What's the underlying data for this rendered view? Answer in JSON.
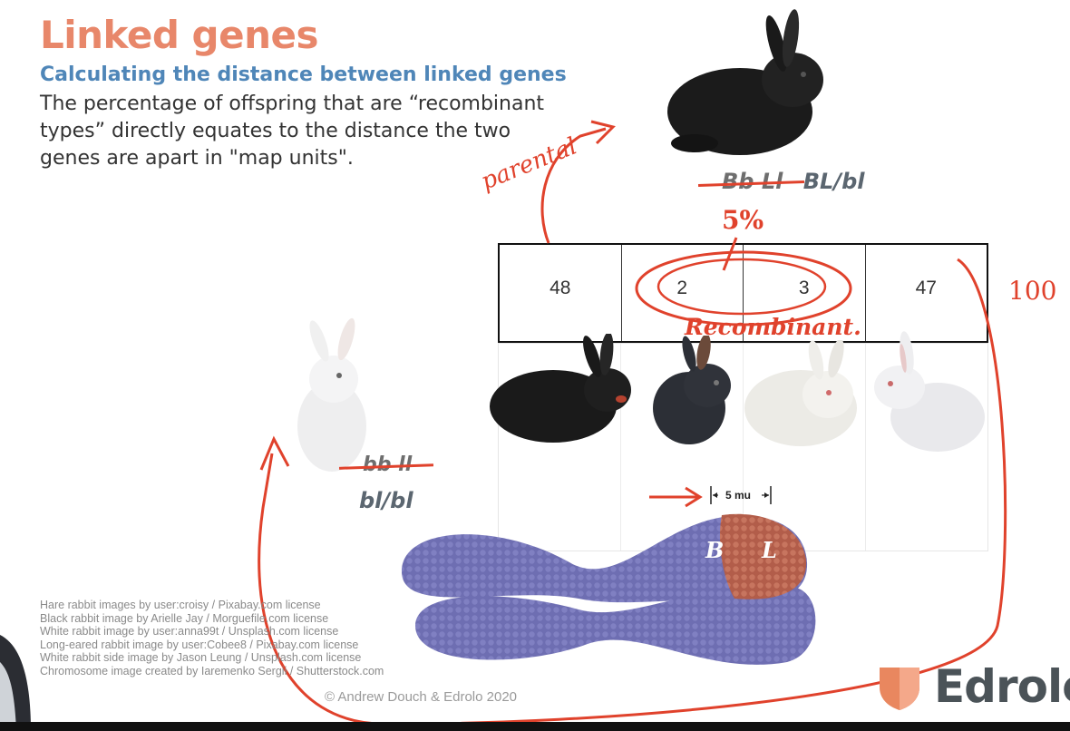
{
  "slide": {
    "title": "Linked genes",
    "subtitle": "Calculating the distance between linked genes",
    "body_lines": [
      "The percentage of offspring that are “recombinant",
      "types” directly equates to the distance the two",
      "genes are apart in \"map units\"."
    ]
  },
  "parent_top": {
    "genotype_crossed": "Bb Ll",
    "genotype": "BL/bl"
  },
  "parent_left": {
    "genotype_crossed": "bb ll",
    "genotype": "bl/bl"
  },
  "offspring_counts": [
    "48",
    "2",
    "3",
    "47"
  ],
  "annotations": {
    "parental": "parental",
    "percent": "5%",
    "recombinant": "Recombinant.",
    "total": "100"
  },
  "chromosome": {
    "distance_label": "5 mu",
    "gene_b": "B",
    "gene_l": "L"
  },
  "credits": [
    "Hare rabbit images by user:croisy / Pixabay.com license",
    "Black rabbit image by Arielle Jay / Morguefile.com license",
    "White rabbit image by user:anna99t / Unsplash.com license",
    "Long-eared rabbit image by user:Cobee8 / Pixabay.com license",
    "White rabbit side image by Jason Leung / Unsplash.com license",
    "Chromosome image created by Iaremenko Sergii / Shutterstock.com"
  ],
  "copyright": "© Andrew Douch & Edrolo 2020",
  "brand": "Edrolo",
  "colors": {
    "title": "#e8876a",
    "subtitle": "#4f86b8",
    "annotation": "#e0422c",
    "chromosome": "#6f6fb0",
    "gene_region": "#b8644f"
  }
}
